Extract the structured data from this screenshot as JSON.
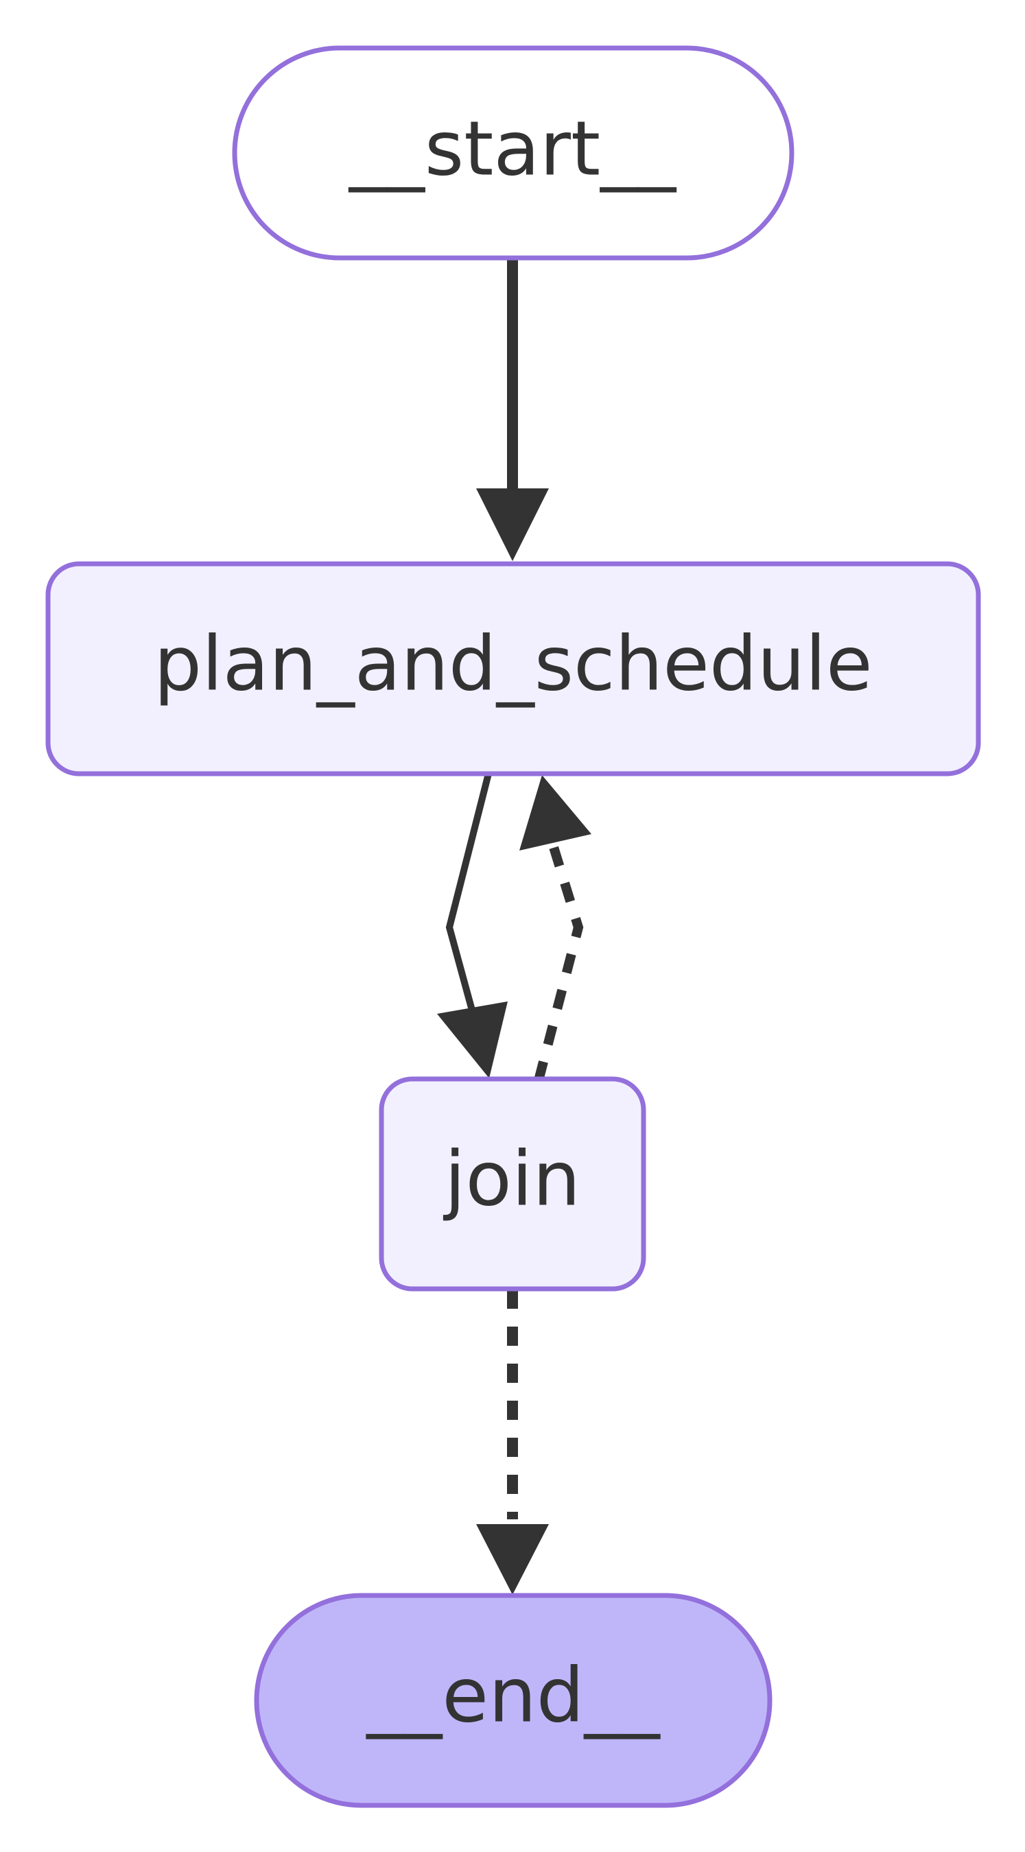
{
  "diagram": {
    "nodes": {
      "start": {
        "label": "__start__"
      },
      "plan": {
        "label": "plan_and_schedule"
      },
      "join": {
        "label": "join"
      },
      "end": {
        "label": "__end__"
      }
    },
    "edges": [
      {
        "from": "start",
        "to": "plan",
        "style": "solid"
      },
      {
        "from": "plan",
        "to": "join",
        "style": "solid"
      },
      {
        "from": "join",
        "to": "plan",
        "style": "dashed"
      },
      {
        "from": "join",
        "to": "end",
        "style": "dashed"
      }
    ],
    "colors": {
      "node_border": "#9370DB",
      "node_fill": "#F2F0FF",
      "start_fill": "#FFFFFF",
      "end_fill": "#BFB6FA",
      "edge": "#333333",
      "text": "#333333",
      "background": "#FFFFFF"
    }
  }
}
